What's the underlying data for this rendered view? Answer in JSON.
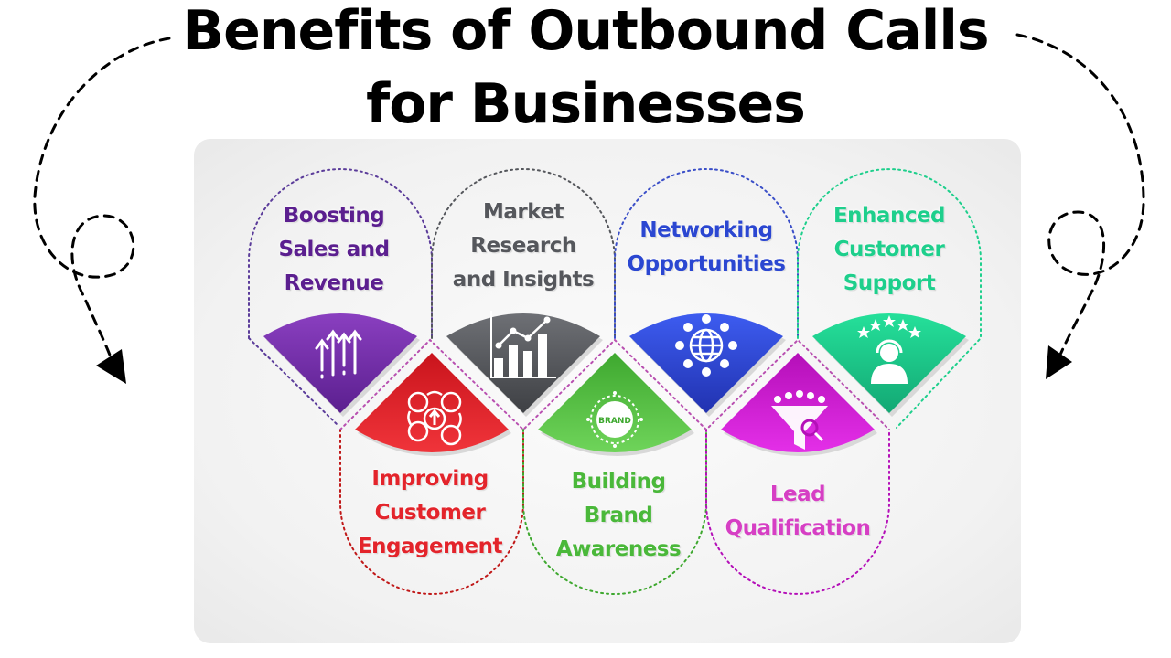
{
  "title": {
    "line1": "Benefits of Outbound Calls",
    "line2": "for Businesses"
  },
  "items": [
    {
      "lines": [
        "Boosting",
        "Sales and",
        "Revenue"
      ],
      "color": "#5b1f8f",
      "icon": "sales-growth-arrows-icon"
    },
    {
      "lines": [
        "Market",
        "Research",
        "and Insights"
      ],
      "color": "#55575c",
      "icon": "bar-chart-icon"
    },
    {
      "lines": [
        "Networking",
        "Opportunities"
      ],
      "color": "#2b47d1",
      "icon": "network-globe-icon"
    },
    {
      "lines": [
        "Enhanced",
        "Customer",
        "Support"
      ],
      "color": "#1ecf8c",
      "icon": "customer-support-icon"
    },
    {
      "lines": [
        "Improving",
        "Customer",
        "Engagement"
      ],
      "color": "#e3242b",
      "icon": "customer-engagement-icon"
    },
    {
      "lines": [
        "Building",
        "Brand",
        "Awareness"
      ],
      "color": "#4ab83a",
      "icon": "brand-badge-icon"
    },
    {
      "lines": [
        "Lead",
        "Qualification"
      ],
      "color": "#d63fc4",
      "icon": "lead-funnel-icon"
    }
  ],
  "icon_text": {
    "brand": "BRAND"
  }
}
